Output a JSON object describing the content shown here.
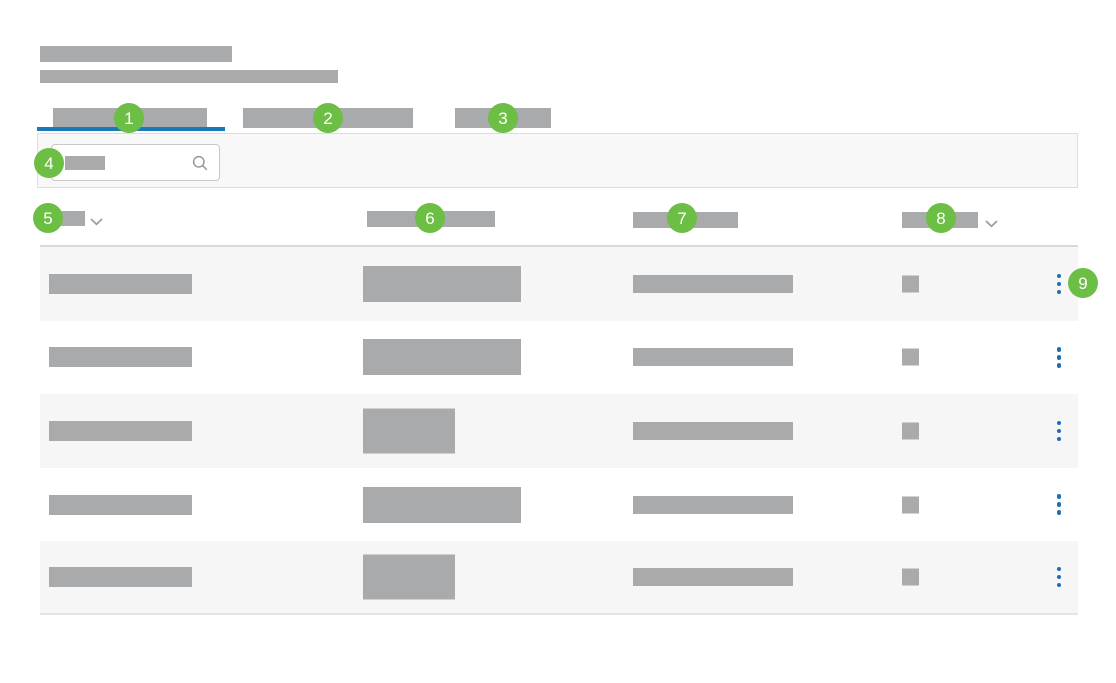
{
  "annotations": {
    "badge1": "1",
    "badge2": "2",
    "badge3": "3",
    "badge4": "4",
    "badge5": "5",
    "badge6": "6",
    "badge7": "7",
    "badge8": "8",
    "badge9": "9"
  },
  "header": {
    "title_skeleton": true,
    "subtitle_skeleton": true
  },
  "tabs": [
    {
      "badge": "1",
      "active": true
    },
    {
      "badge": "2",
      "active": false
    },
    {
      "badge": "3",
      "active": false
    }
  ],
  "search": {
    "value": "",
    "icon": "magnifier-icon"
  },
  "table": {
    "columns": [
      {
        "badge": "5",
        "has_sort_chevron": true
      },
      {
        "badge": "6",
        "has_sort_chevron": false
      },
      {
        "badge": "7",
        "has_sort_chevron": false
      },
      {
        "badge": "8",
        "has_sort_chevron": true
      }
    ],
    "rows": [
      {
        "col2_class": "col2 wide",
        "has_kebab": true,
        "annotated": true
      },
      {
        "col2_class": "col2 wide",
        "has_kebab": true,
        "annotated": false
      },
      {
        "col2_class": "col2 narrow",
        "has_kebab": true,
        "annotated": false
      },
      {
        "col2_class": "col2 wide",
        "has_kebab": true,
        "annotated": false
      },
      {
        "col2_class": "col2 narrow",
        "has_kebab": true,
        "annotated": false
      }
    ]
  },
  "colors": {
    "placeholder_gray": "#a9aaac",
    "badge_green": "#6cbe44",
    "accent_blue": "#1a7ab8",
    "kebab_blue": "#1f6eb5",
    "row_alt_bg": "#f6f6f6",
    "panel_bg": "#f8f8f8",
    "panel_border": "#dddddd",
    "divider": "#d9d9d9"
  }
}
